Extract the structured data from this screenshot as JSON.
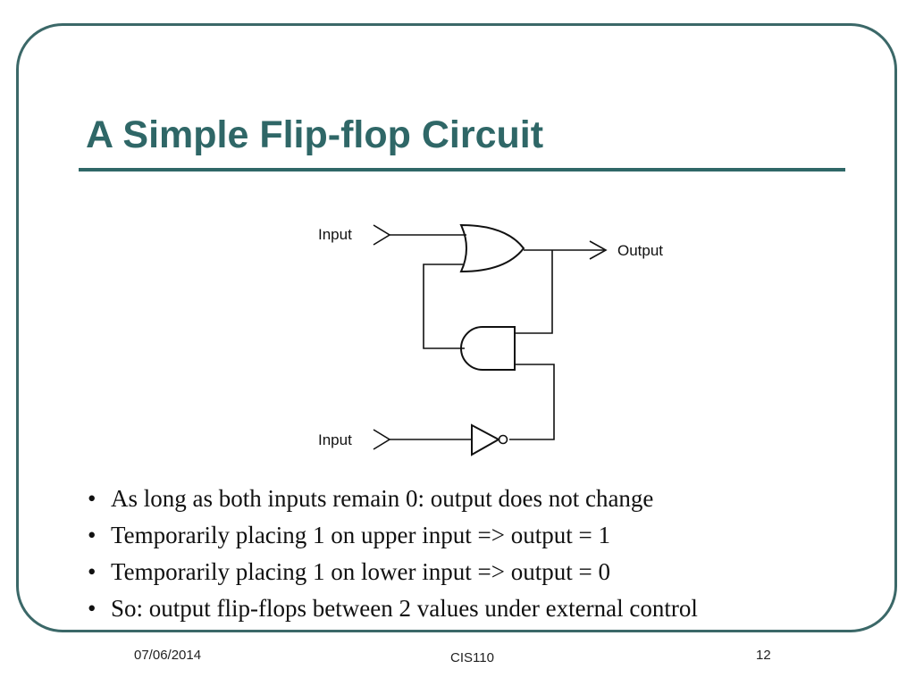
{
  "slide": {
    "title": "A Simple Flip-flop Circuit",
    "diagram": {
      "upper_input_label": "Input",
      "lower_input_label": "Input",
      "output_label": "Output",
      "gates": [
        "or-gate",
        "and-gate",
        "not-gate"
      ]
    },
    "bullets": [
      "As long as both inputs remain 0: output does not change",
      "Temporarily placing 1 on upper input => output = 1",
      "Temporarily placing 1 on lower input => output = 0",
      "So: output flip-flops between 2 values under external control"
    ],
    "bullet_glyph": "•",
    "footer": {
      "date": "07/06/2014",
      "course": "CIS110",
      "page": "12"
    },
    "colors": {
      "accent": "#2f6767",
      "frame": "#3b6868",
      "text": "#111111"
    }
  }
}
